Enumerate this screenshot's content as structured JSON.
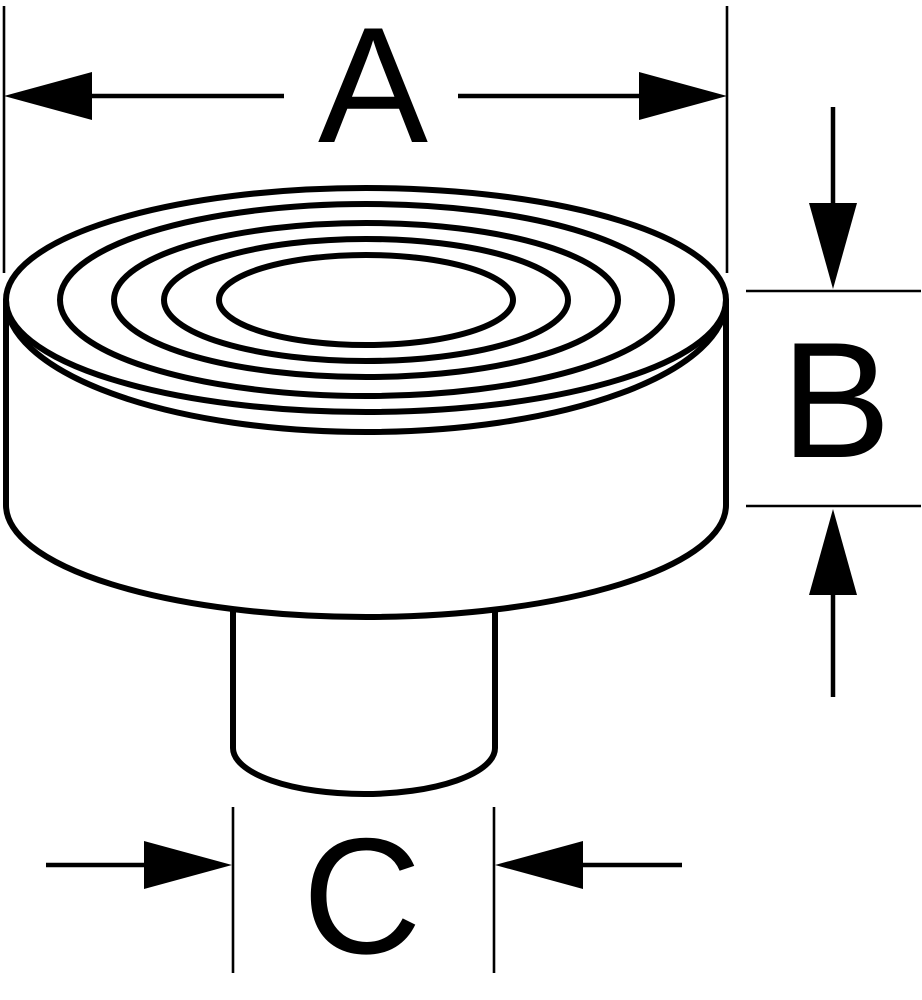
{
  "canvas": {
    "background": "#ffffff",
    "line_color": "#000000"
  },
  "dimensions": {
    "a": {
      "label": "A"
    },
    "b": {
      "label": "B"
    },
    "c": {
      "label": "C"
    }
  }
}
